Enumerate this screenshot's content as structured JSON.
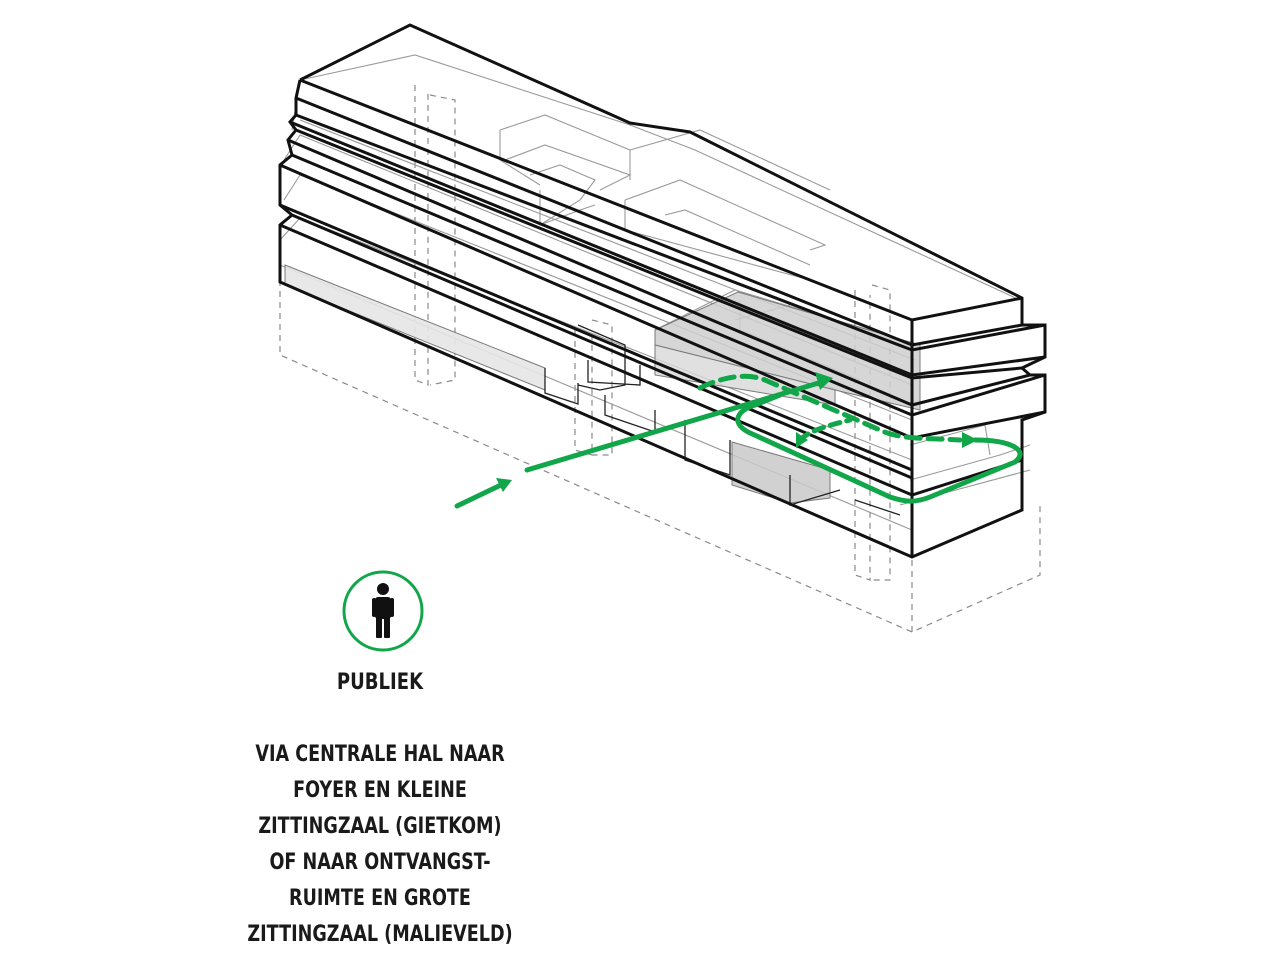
{
  "legend": {
    "icon": "person-icon",
    "title": "PUBLIEK",
    "description_lines": [
      "VIA CENTRALE HAL NAAR",
      "FOYER EN KLEINE",
      "ZITTINGZAAL (GIETKOM)",
      "OF NAAR ONTVANGST-",
      "RUIMTE EN GROTE",
      "ZITTINGZAAL (MALIEVELD)"
    ]
  },
  "colors": {
    "route_green": "#12a64a",
    "outline": "#111111",
    "thin_line": "#8a8a8a",
    "shaded_volume": "#cfcfcf"
  }
}
